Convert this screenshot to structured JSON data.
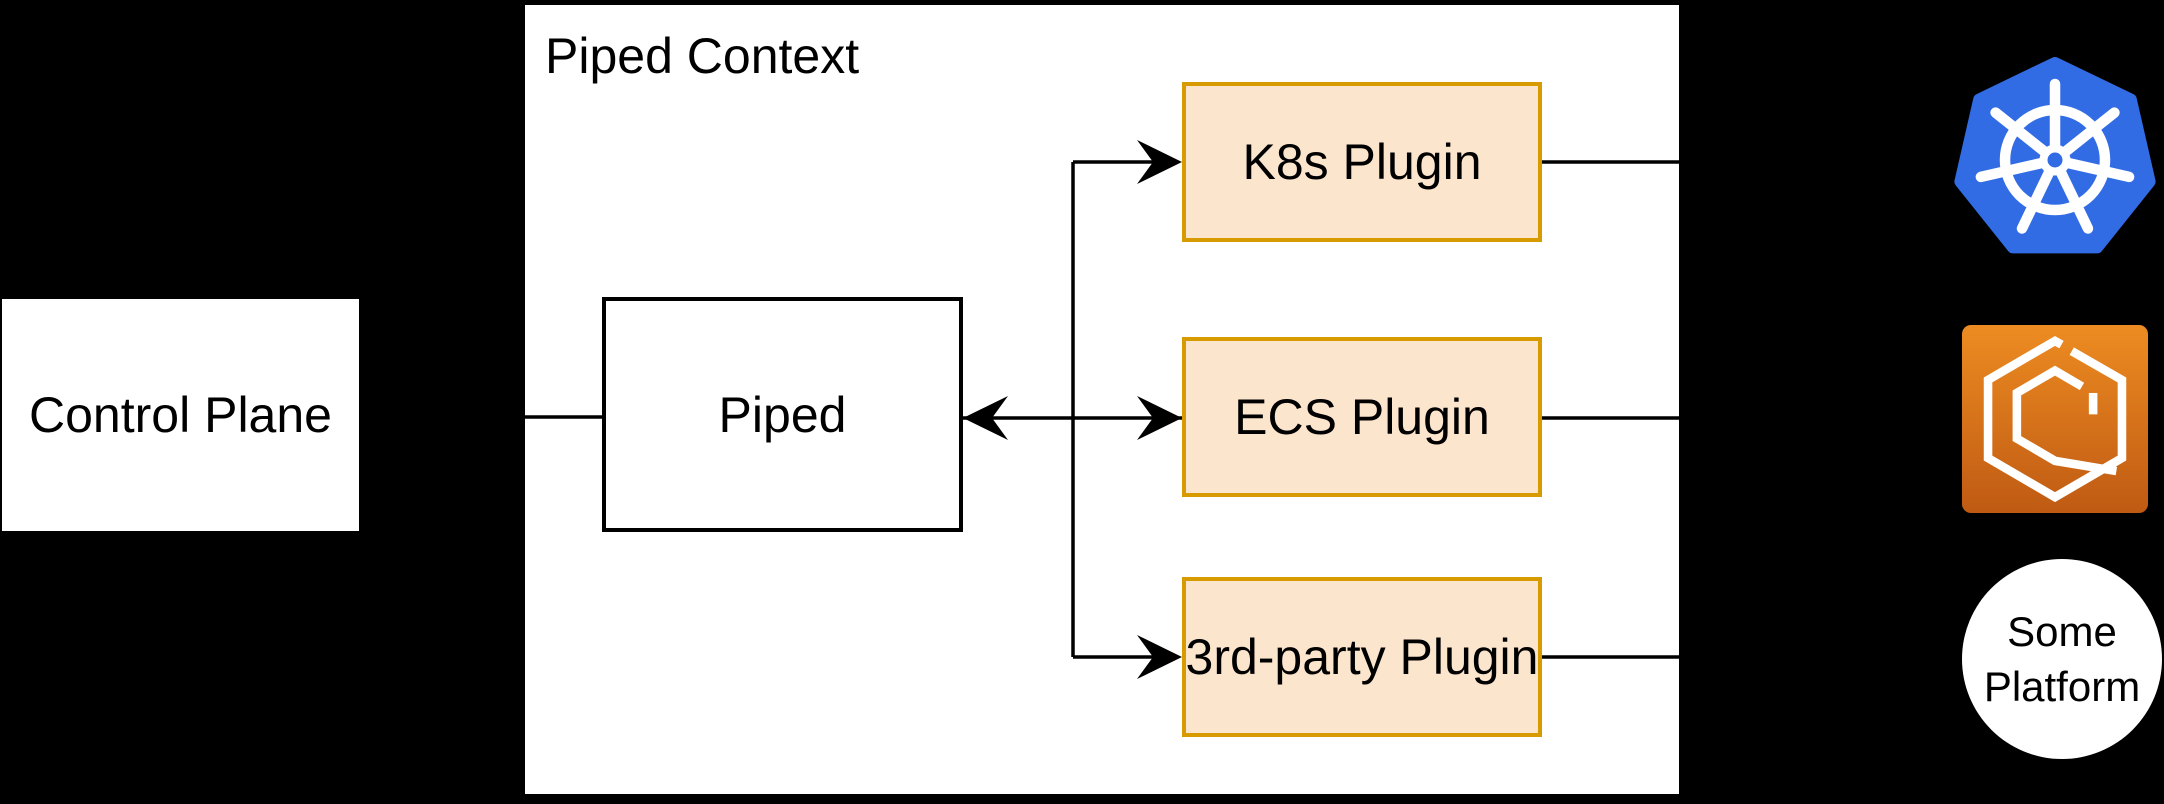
{
  "container": {
    "title": "Piped Context"
  },
  "nodes": {
    "control_plane": {
      "label": "Control Plane"
    },
    "piped": {
      "label": "Piped"
    },
    "plugins": [
      {
        "id": "k8s",
        "label": "K8s Plugin"
      },
      {
        "id": "ecs",
        "label": "ECS Plugin"
      },
      {
        "id": "third_party",
        "label": "3rd-party Plugin"
      }
    ]
  },
  "external_targets": {
    "kubernetes": {
      "icon": "kubernetes-logo"
    },
    "ecs": {
      "icon": "amazon-ecs-logo"
    },
    "some_platform": {
      "line1": "Some",
      "line2": "Platform"
    }
  },
  "colors": {
    "background": "#000000",
    "node_fill": "#FFFFFF",
    "plugin_fill": "#FCE5CD",
    "plugin_border": "#D79B00",
    "connector": "#000000",
    "kubernetes_blue": "#326CE5",
    "ecs_orange_top": "#ED8C22",
    "ecs_orange_bottom": "#BF5A13"
  }
}
